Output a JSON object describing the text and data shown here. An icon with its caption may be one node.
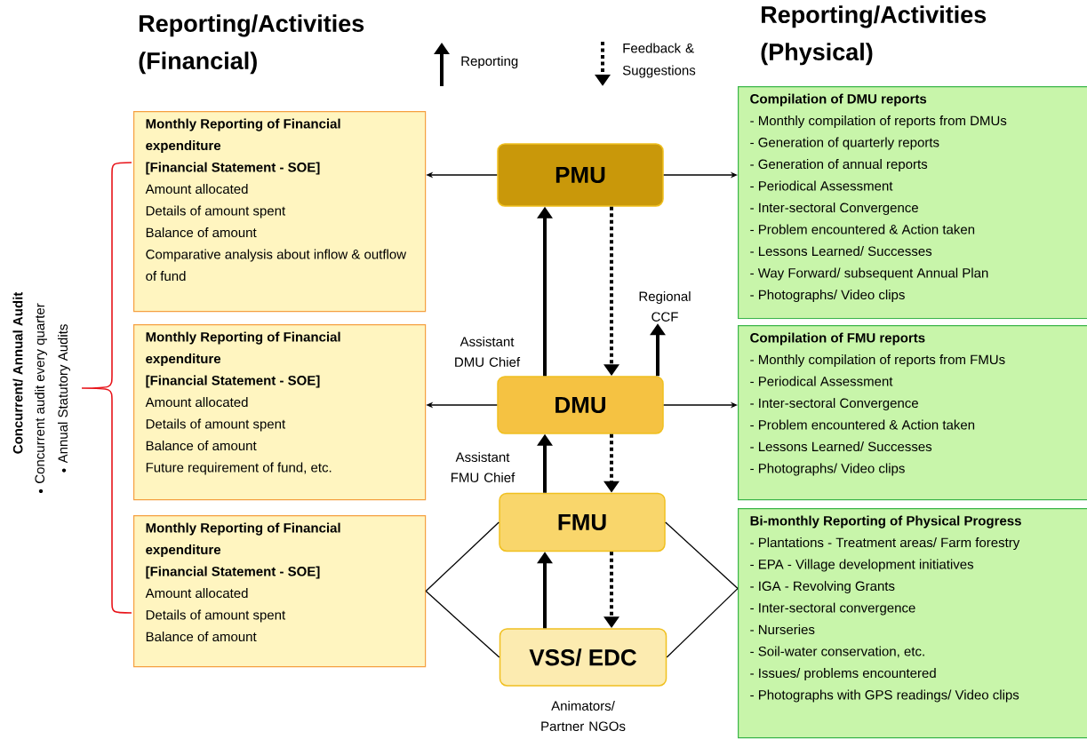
{
  "diagram": {
    "nodes": [
      {
        "text": [
          "PMU"
        ]
      },
      {
        "text": [
          "DMU"
        ]
      },
      {
        "text": [
          "FMU"
        ]
      },
      {
        "text": [
          "VSS/ EDC"
        ],
        "beside": [
          "Animators/ Partner NGOs"
        ]
      },
      {
        "text": [
          "Monthly Reporting of Financial expenditure",
          "[Financial Statement - SOE]",
          "Amount allocated",
          "Details of amount spent",
          "Balance of amount",
          "Comparative analysis about inflow & outflow of fund"
        ]
      },
      {
        "text": [
          "Monthly Reporting of Financial expenditure",
          "[Financial Statement - SOE]",
          "Amount allocated",
          "Details of amount spent",
          "Balance of amount",
          "Future requirement of fund, etc."
        ]
      },
      {
        "text": [
          "Monthly Reporting of Financial expenditure",
          "[Financial Statement - SOE]",
          "Amount allocated",
          "Details of amount spent",
          "Balance of amount"
        ]
      },
      {
        "text": [
          "Compilation of DMU reports",
          "- Monthly compilation of reports from DMUs",
          "- Generation of quarterly reports",
          "- Generation of annual reports",
          "- Periodical Assessment",
          "- Inter-sectoral Convergence",
          "- Problem encountered & Action taken",
          "- Lessons Learned/ Successes",
          "- Way Forward/ subsequent Annual Plan",
          "- Photographs/ Video clips"
        ]
      },
      {
        "text": [
          "Compilation of FMU reports",
          "- Monthly compilation of reports from FMUs",
          "- Periodical Assessment",
          "- Inter-sectoral Convergence",
          "- Problem encountered & Action taken",
          "- Lessons Learned/ Successes",
          "- Photographs/ Video clips"
        ]
      },
      {
        "text": [
          "Bi-monthly Reporting of Physical Progress",
          "- Plantations - Treatment areas/ Farm forestry",
          "- EPA - Village development initiatives",
          "- IGA - Revolving Grants",
          "- Inter-sectoral convergence",
          "- Nurseries",
          "- Soil-water conservation, etc.",
          "- Issues/ problems encountered",
          "- Photographs with GPS readings/ Video clips"
        ]
      },
      {
        "text": [
          "Regional CCF"
        ]
      }
    ],
    "edges": [
      {
        "from": 0,
        "to": 4,
        "arrow": "to"
      },
      {
        "from": 0,
        "to": 7,
        "arrow": "to"
      },
      {
        "from": 1,
        "to": 5,
        "arrow": "to"
      },
      {
        "from": 1,
        "to": 8,
        "arrow": "to"
      },
      {
        "from": 1,
        "to": 0,
        "arrow": "to",
        "style": "thick",
        "label": "Assistant DMU Chief"
      },
      {
        "from": 0,
        "to": 1,
        "arrow": "to",
        "style": "dashed"
      },
      {
        "from": 1,
        "to": 10,
        "arrow": "to",
        "style": "thick"
      },
      {
        "from": 2,
        "to": 1,
        "arrow": "to",
        "style": "thick",
        "label": "Assistant FMU Chief"
      },
      {
        "from": 1,
        "to": 2,
        "arrow": "to",
        "style": "dashed"
      },
      {
        "from": 3,
        "to": 2,
        "arrow": "to",
        "style": "thick"
      },
      {
        "from": 2,
        "to": 3,
        "arrow": "to",
        "style": "dashed"
      },
      {
        "from": 2,
        "to": 6,
        "arrow": "none"
      },
      {
        "from": 3,
        "to": 6,
        "arrow": "none"
      },
      {
        "from": 2,
        "to": 9,
        "arrow": "none"
      },
      {
        "from": 3,
        "to": 9,
        "arrow": "none"
      }
    ],
    "labels": [
      "Reporting/Activities (Financial)",
      "Reporting/Activities (Physical)",
      "Concurrent/ Annual Audit",
      "Concurrent audit every quarter",
      "Annual Statutory Audits"
    ],
    "legend": [
      {
        "text": "Reporting"
      },
      {
        "text": "Feedback & Suggestions"
      }
    ]
  }
}
